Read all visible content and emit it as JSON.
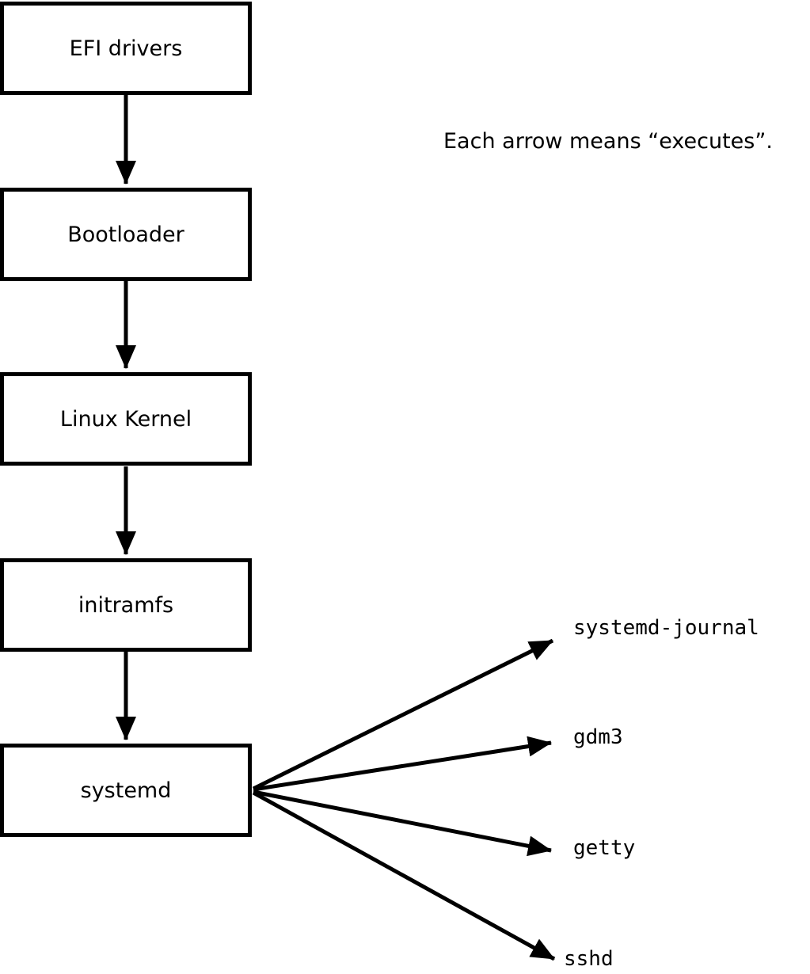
{
  "diagram": {
    "annotation": "Each arrow means “executes”.",
    "boxes": [
      {
        "label": "EFI drivers"
      },
      {
        "label": "Bootloader"
      },
      {
        "label": "Linux Kernel"
      },
      {
        "label": "initramfs"
      },
      {
        "label": "systemd"
      }
    ],
    "spawned_processes": [
      {
        "label": "systemd-journal"
      },
      {
        "label": "gdm3"
      },
      {
        "label": "getty"
      },
      {
        "label": "sshd"
      }
    ],
    "colors": {
      "line": "#000000",
      "box_fill": "#ffffff",
      "background": "#ffffff"
    }
  }
}
